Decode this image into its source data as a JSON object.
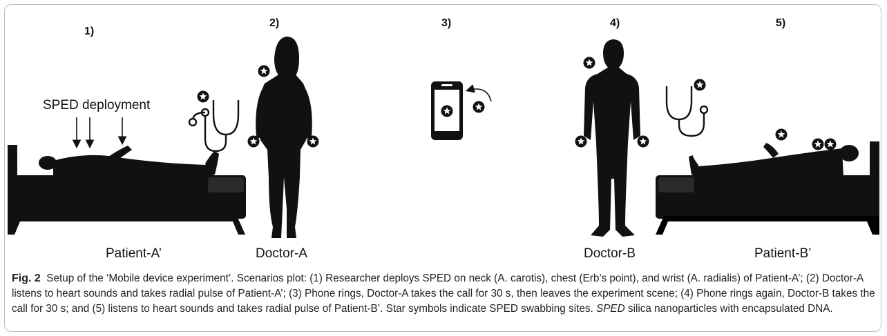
{
  "scenario_numbers": [
    "1)",
    "2)",
    "3)",
    "4)",
    "5)"
  ],
  "labels": {
    "sped_deployment": "SPED deployment",
    "patient_a": "Patient-A’",
    "doctor_a": "Doctor-A",
    "doctor_b": "Doctor-B",
    "patient_b": "Patient-B’"
  },
  "caption": {
    "fig_label": "Fig. 2",
    "text": "Setup of the ‘Mobile device experiment’. Scenarios plot: (1) Researcher deploys SPED on neck (A. carotis), chest (Erb’s point), and wrist (A. radialis) of Patient-A’; (2) Doctor-A listens to heart sounds and takes radial pulse of Patient-A’; (3) Phone rings, Doctor-A takes the call for 30 s, then leaves the experiment scene; (4) Phone rings again, Doctor-B takes the call for 30 s; and (5) listens to heart sounds and takes radial pulse of Patient-B’. Star symbols indicate SPED swabbing sites.",
    "abbrev_term": "SPED",
    "abbrev_def": "silica nanoparticles with encapsulated DNA."
  },
  "colors": {
    "silhouette": "#111111",
    "frame": "#bfbfbf",
    "caption_text": "#222222"
  },
  "icons": [
    "star-badge-icon",
    "stethoscope-icon",
    "phone-icon",
    "bed-icon",
    "person-silhouette-icon"
  ]
}
